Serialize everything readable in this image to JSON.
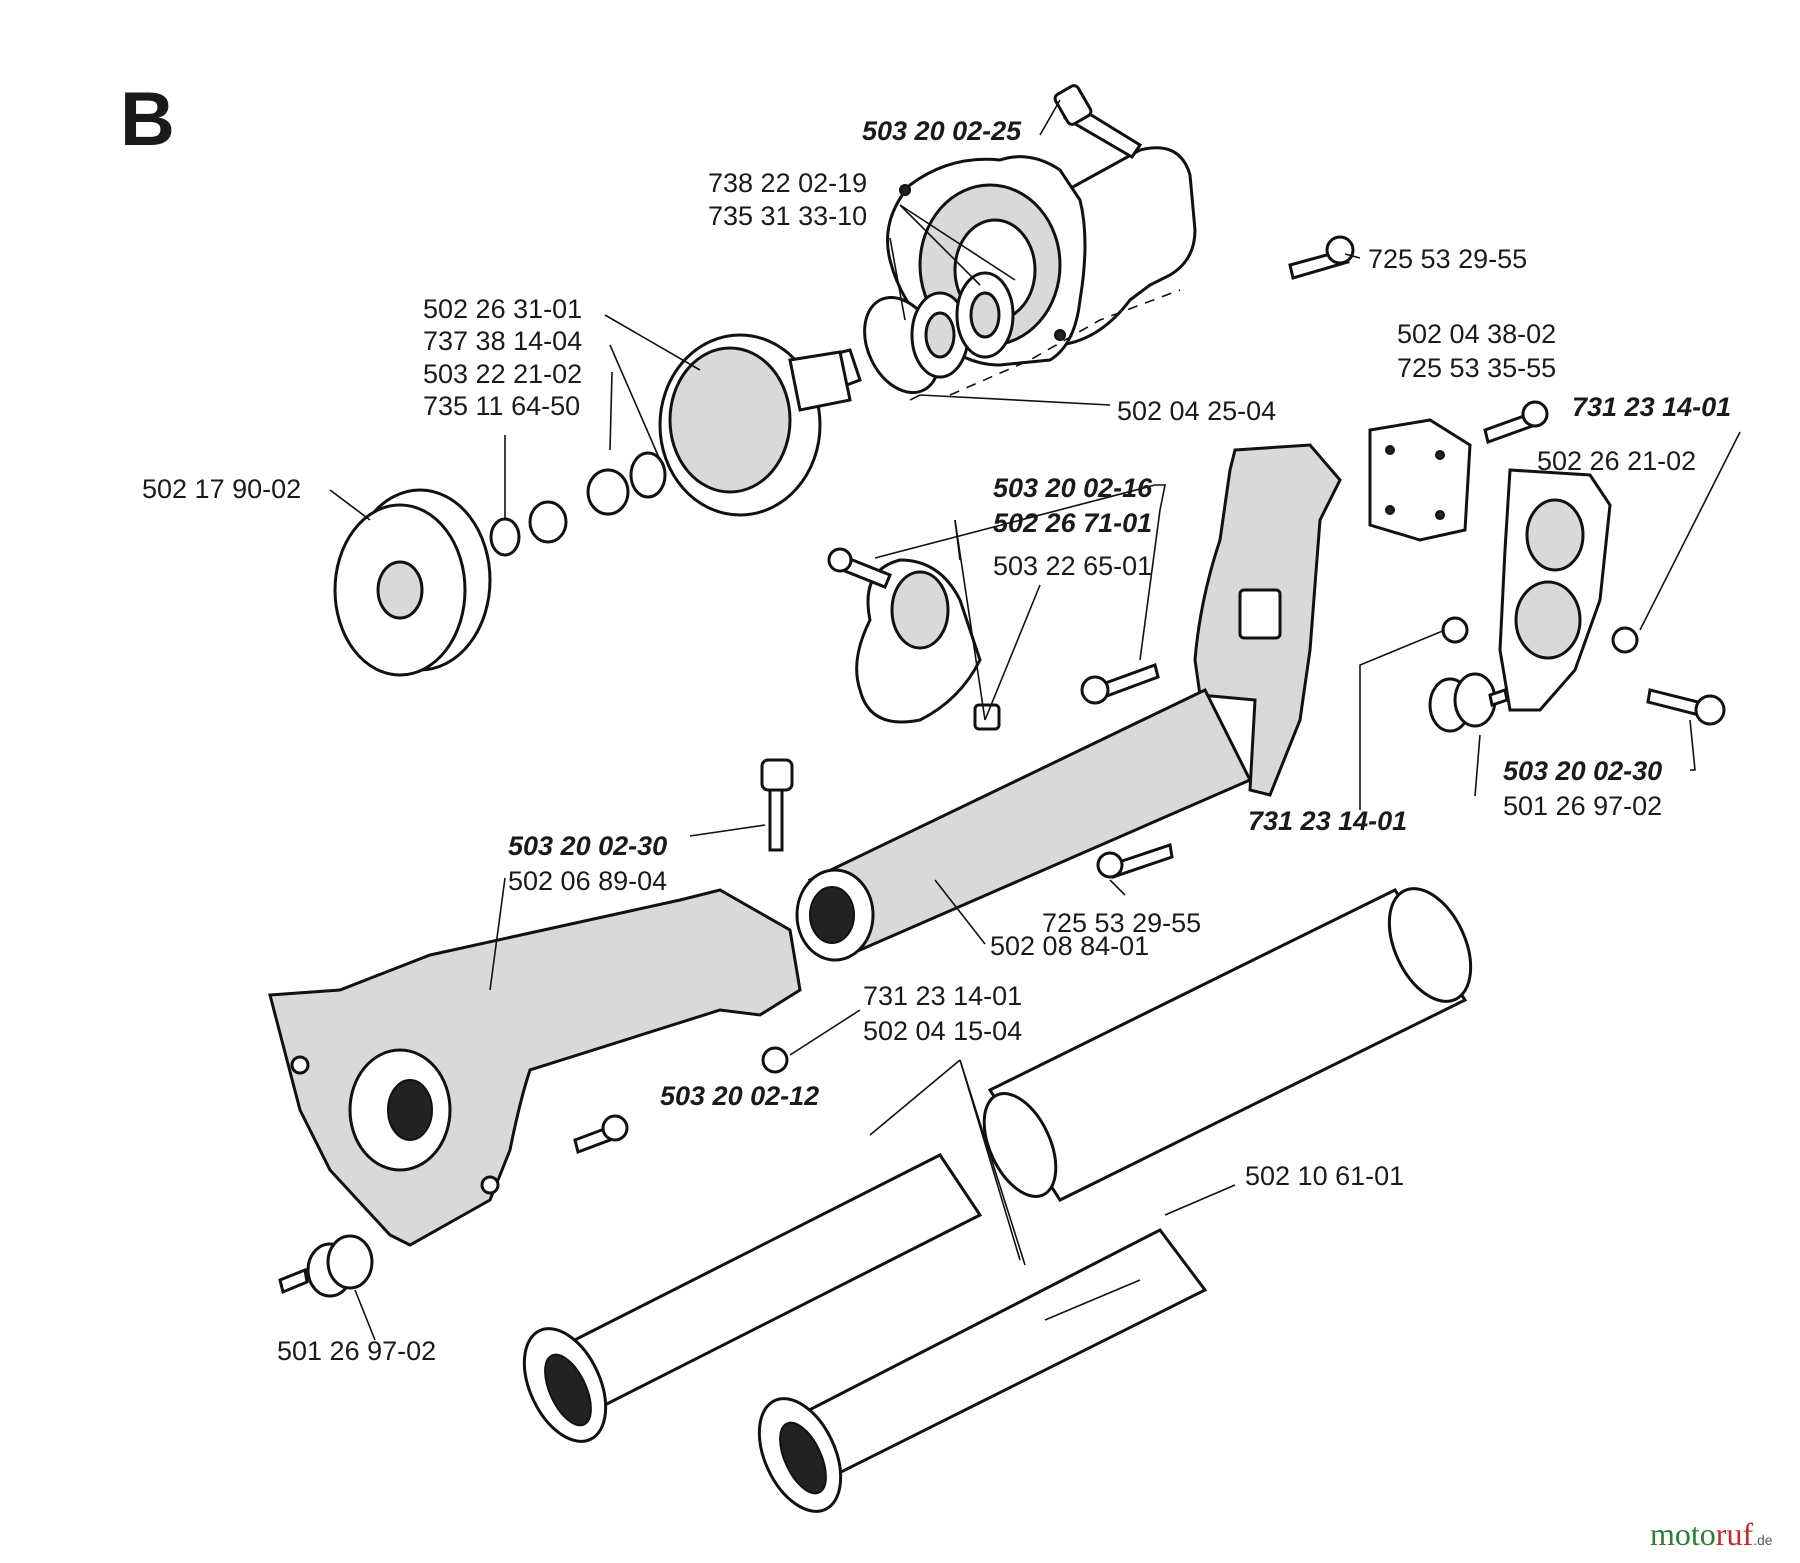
{
  "section_letter": "B",
  "watermark": {
    "part1": "moto",
    "part2": "ruf",
    "suffix": ".de"
  },
  "labels": {
    "l01": "503 20 02-25",
    "l02": "738 22 02-19",
    "l03": "735 31 33-10",
    "l04": "725 53 29-55",
    "l05": "502 26 31-01",
    "l06": "737 38 14-04",
    "l07": "503 22 21-02",
    "l08": "735 11 64-50",
    "l09": "502 04 38-02",
    "l10": "725 53 35-55",
    "l11": "731 23 14-01",
    "l12": "502 04 25-04",
    "l13": "502 26 21-02",
    "l14": "502 17 90-02",
    "l15": "503 20 02-16",
    "l16": "502 26 71-01",
    "l17": "503 22 65-01",
    "l18": "503 20 02-30",
    "l19": "501 26 97-02",
    "l20": "731 23 14-01",
    "l21": "503 20 02-30",
    "l22": "502 06 89-04",
    "l23": "725 53 29-55",
    "l24": "502 08 84-01",
    "l25": "731 23 14-01",
    "l26": "502 04 15-04",
    "l27": "503 20 02-12",
    "l28": "502 10 61-01",
    "l29": "501 26 97-02"
  }
}
